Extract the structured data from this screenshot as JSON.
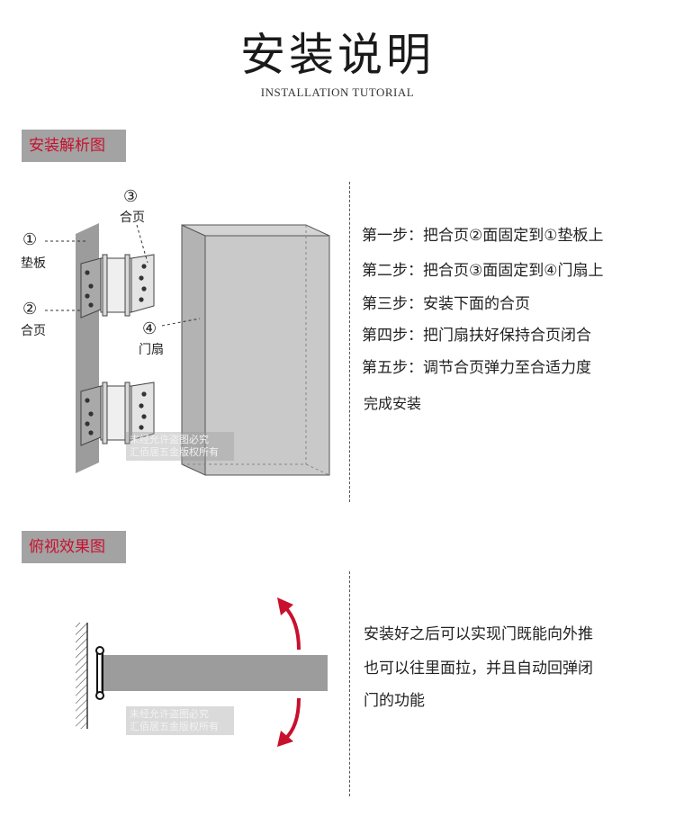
{
  "header": {
    "title": "安装说明",
    "subtitle": "INSTALLATION TUTORIAL"
  },
  "section1": {
    "tag": "安装解析图",
    "labels": {
      "n1": "①",
      "board": "垫板",
      "n2": "②",
      "hinge_a": "合页",
      "n3": "③",
      "hinge_b": "合页",
      "n4": "④",
      "door": "门扇"
    },
    "steps": [
      "第一步：把合页②面固定到①垫板上",
      "第二步：把合页③面固定到④门扇上",
      "第三步：安装下面的合页",
      "第四步：把门扇扶好保持合页闭合",
      "第五步：调节合页弹力至合适力度"
    ],
    "finish": "完成安装",
    "watermark": [
      "未经允许盗图必究",
      "汇佰居五金版权所有"
    ]
  },
  "section2": {
    "tag": "俯视效果图",
    "description": [
      "安装好之后可以实现门既能向外推",
      "也可以往里面拉，并且自动回弹闭",
      "门的功能"
    ],
    "watermark": [
      "未经允许盗图必究",
      "汇佰居五金版权所有"
    ]
  },
  "colors": {
    "tag_bg": "#a3a3a3",
    "tag_text": "#c8102e",
    "arrow": "#c8102e",
    "board": "#9c9c9c",
    "door": "#c9c9c9"
  }
}
